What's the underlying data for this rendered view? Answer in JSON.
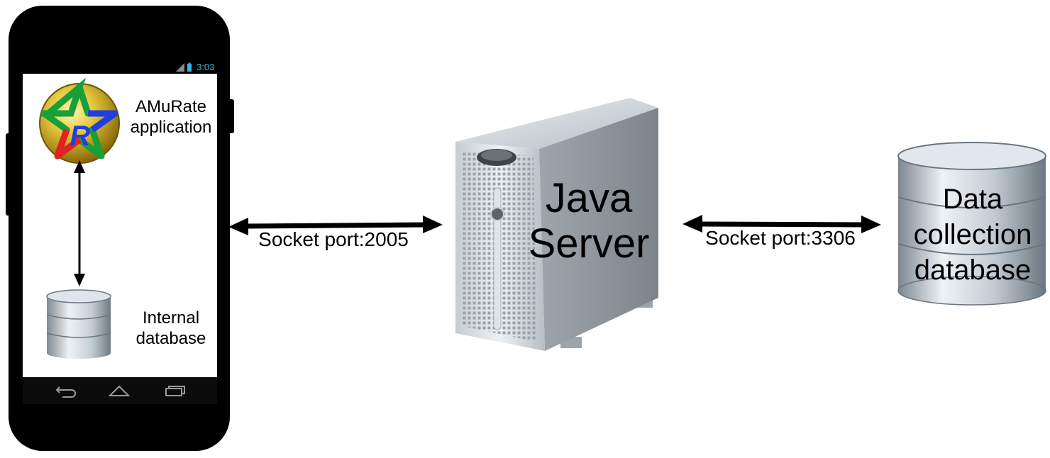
{
  "phone": {
    "status_time": "3:03",
    "app_label": "AMuRate\napplication",
    "internal_db_label": "Internal\ndatabase",
    "logo_letter": "R",
    "nav_icons": [
      "back-icon",
      "home-icon",
      "recent-apps-icon"
    ]
  },
  "connections": {
    "phone_server": "Socket port:2005",
    "server_db": "Socket port:3306"
  },
  "server": {
    "label": "Java\nServer"
  },
  "database": {
    "label": "Data\ncollection\ndatabase"
  },
  "colors": {
    "phone_body": "#000000",
    "screen": "#ffffff",
    "status_accent": "#33b5e5",
    "logo_gold": "#c9a417",
    "logo_green": "#17a03a",
    "logo_red": "#e52121",
    "logo_blue": "#1f3fe0",
    "server_gray": "#8f979d",
    "db_gray": "#9fa8b0"
  }
}
